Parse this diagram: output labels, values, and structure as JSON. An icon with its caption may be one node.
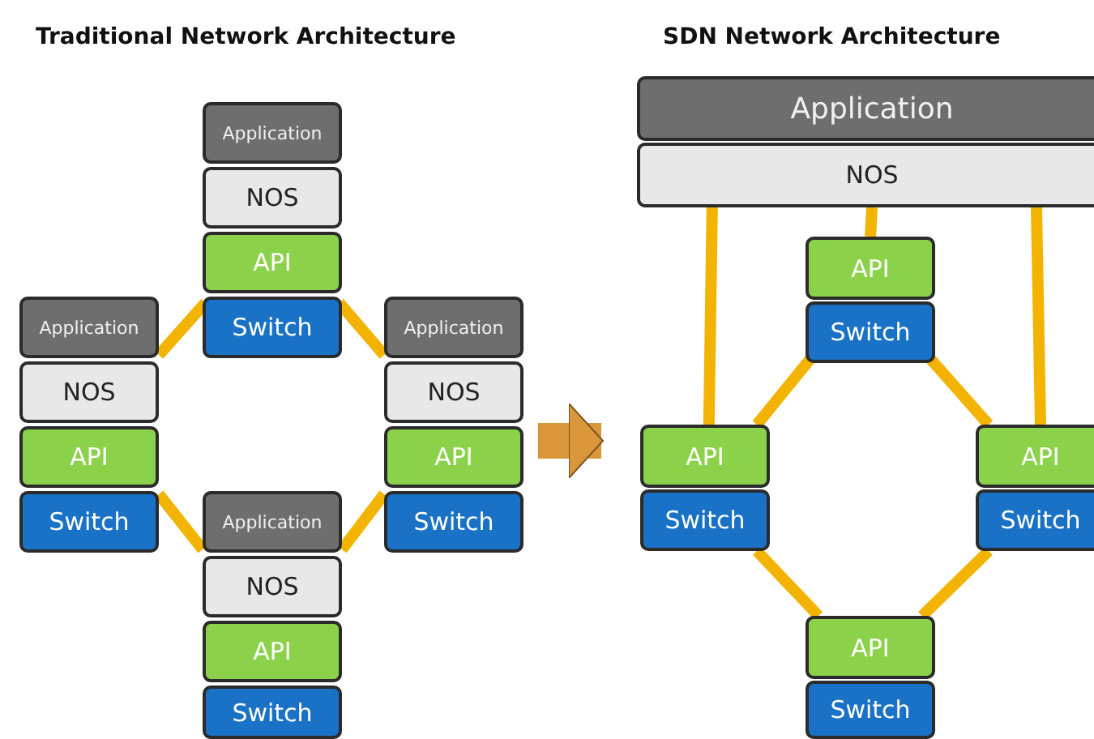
{
  "diagram": {
    "nodes": [
      {
        "text": [
          "Application"
        ]
      },
      {
        "text": [
          "NOS"
        ]
      },
      {
        "text": [
          "API"
        ]
      },
      {
        "text": [
          "Switch"
        ]
      },
      {
        "text": [
          "Application"
        ]
      },
      {
        "text": [
          "NOS"
        ]
      },
      {
        "text": [
          "API"
        ]
      },
      {
        "text": [
          "Switch"
        ]
      },
      {
        "text": [
          "Application"
        ]
      },
      {
        "text": [
          "NOS"
        ]
      },
      {
        "text": [
          "API"
        ]
      },
      {
        "text": [
          "Switch"
        ]
      },
      {
        "text": [
          "Application"
        ]
      },
      {
        "text": [
          "NOS"
        ]
      },
      {
        "text": [
          "API"
        ]
      },
      {
        "text": [
          "Switch"
        ]
      },
      {
        "text": [
          "Application"
        ]
      },
      {
        "text": [
          "NOS"
        ]
      },
      {
        "text": [
          "API"
        ]
      },
      {
        "text": [
          "Switch"
        ]
      },
      {
        "text": [
          "API"
        ]
      },
      {
        "text": [
          "Switch"
        ]
      },
      {
        "text": [
          "API"
        ]
      },
      {
        "text": [
          "Switch"
        ]
      },
      {
        "text": [
          "API"
        ]
      },
      {
        "text": [
          "Switch"
        ]
      }
    ],
    "edges": [
      {
        "from": 3,
        "to": 4,
        "arrow": "none"
      },
      {
        "from": 3,
        "to": 8,
        "arrow": "none"
      },
      {
        "from": 7,
        "to": 12,
        "arrow": "none"
      },
      {
        "from": 11,
        "to": 12,
        "arrow": "none"
      },
      {
        "from": 10,
        "to": 20,
        "arrow": "to",
        "style": "thick",
        "color": "#d9963a"
      },
      {
        "from": 17,
        "to": 20,
        "arrow": "none"
      },
      {
        "from": 17,
        "to": 18,
        "arrow": "none"
      },
      {
        "from": 17,
        "to": 22,
        "arrow": "none"
      },
      {
        "from": 19,
        "to": 20,
        "arrow": "none"
      },
      {
        "from": 19,
        "to": 22,
        "arrow": "none"
      },
      {
        "from": 21,
        "to": 24,
        "arrow": "none"
      },
      {
        "from": 23,
        "to": 24,
        "arrow": "none"
      }
    ],
    "labels": [
      "Traditional Network Architecture",
      "SDN Network Architecture"
    ]
  }
}
